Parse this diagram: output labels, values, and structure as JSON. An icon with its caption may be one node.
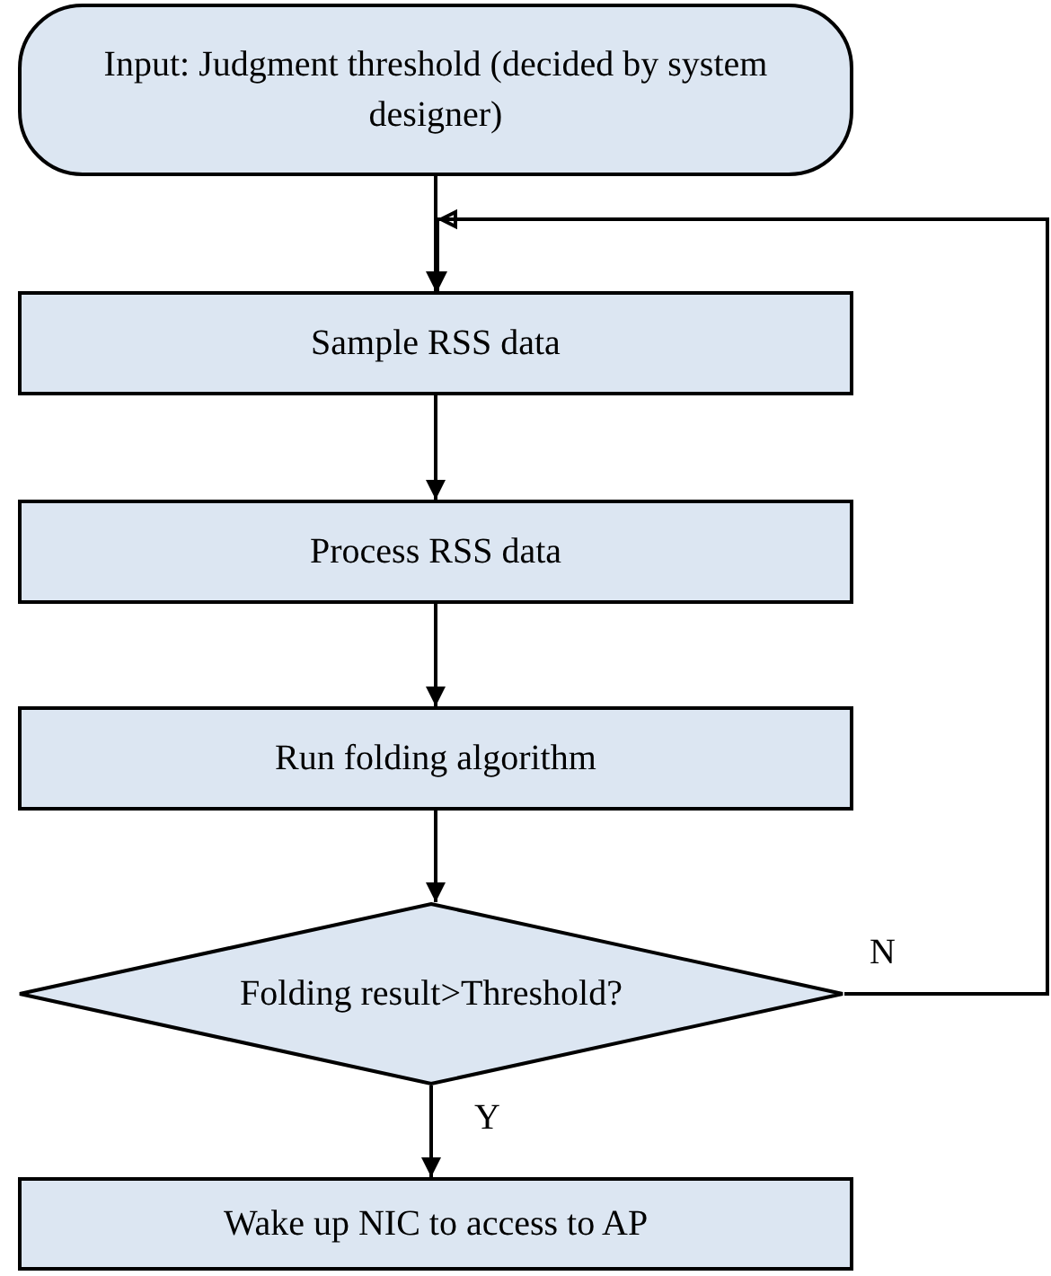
{
  "diagram": {
    "nodes": [
      {
        "text": [
          "Input: Judgment threshold (decided by system designer)"
        ]
      },
      {
        "text": [
          "Sample RSS data"
        ]
      },
      {
        "text": [
          "Process RSS data"
        ]
      },
      {
        "text": [
          "Run folding algorithm"
        ]
      },
      {
        "text": [
          "Folding result>Threshold?"
        ]
      },
      {
        "text": [
          "Wake up NIC to access to AP"
        ]
      }
    ],
    "edges": [
      {
        "from": 0,
        "to": 1,
        "arrow": "to"
      },
      {
        "from": 1,
        "to": 2,
        "arrow": "to"
      },
      {
        "from": 2,
        "to": 3,
        "arrow": "to"
      },
      {
        "from": 3,
        "to": 4,
        "arrow": "to"
      },
      {
        "from": 4,
        "to": 5,
        "arrow": "to",
        "label": "Y"
      },
      {
        "from": 4,
        "to": 1,
        "arrow": "to",
        "label": "N"
      }
    ]
  }
}
